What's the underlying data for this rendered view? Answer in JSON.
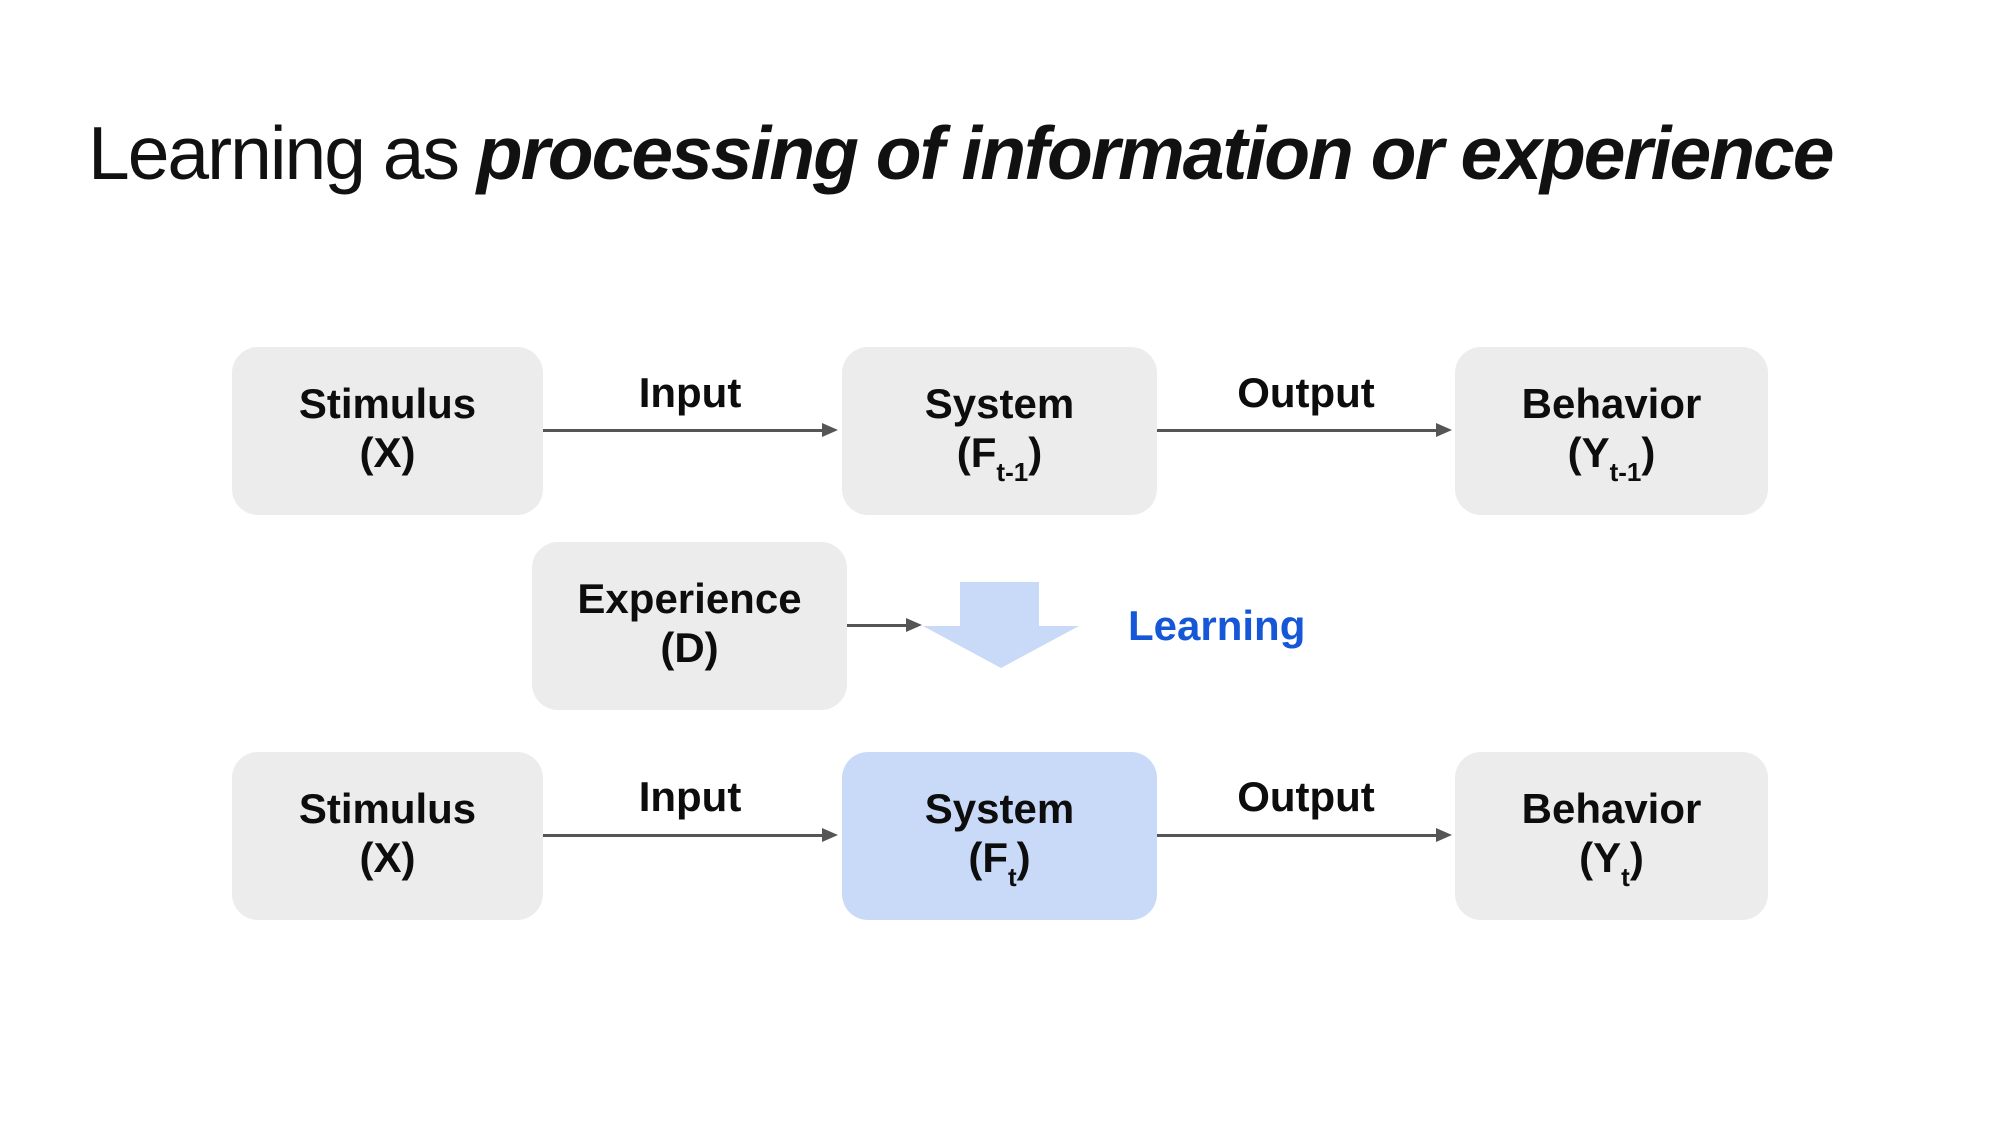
{
  "slide": {
    "title": {
      "prefix": "Learning as ",
      "emphasis": "processing of information or experience"
    },
    "colors": {
      "background": "#ffffff",
      "box_fill_grey": "#ececec",
      "box_fill_blue": "#c9daf8",
      "arrow_grey": "#555555",
      "learning_blue": "#1657d8",
      "text_black": "#0d0d0d"
    },
    "top_row": {
      "stimulus_box": {
        "title": "Stimulus",
        "symbol_pre": "(X",
        "symbol_sub": "",
        "symbol_post": ")"
      },
      "input_arrow_label": "Input",
      "system_box": {
        "title": "System",
        "symbol_pre": "(F",
        "symbol_sub": "t-1",
        "symbol_post": ")"
      },
      "output_arrow_label": "Output",
      "behavior_box": {
        "title": "Behavior",
        "symbol_pre": "(Y",
        "symbol_sub": "t-1",
        "symbol_post": ")"
      }
    },
    "middle_row": {
      "experience_box": {
        "title": "Experience",
        "symbol_pre": "(D",
        "symbol_sub": "",
        "symbol_post": ")"
      },
      "learning_label": "Learning"
    },
    "bottom_row": {
      "stimulus_box": {
        "title": "Stimulus",
        "symbol_pre": "(X",
        "symbol_sub": "",
        "symbol_post": ")"
      },
      "input_arrow_label": "Input",
      "system_box": {
        "title": "System",
        "symbol_pre": "(F",
        "symbol_sub": "t",
        "symbol_post": ")"
      },
      "output_arrow_label": "Output",
      "behavior_box": {
        "title": "Behavior",
        "symbol_pre": "(Y",
        "symbol_sub": "t",
        "symbol_post": ")"
      }
    }
  }
}
